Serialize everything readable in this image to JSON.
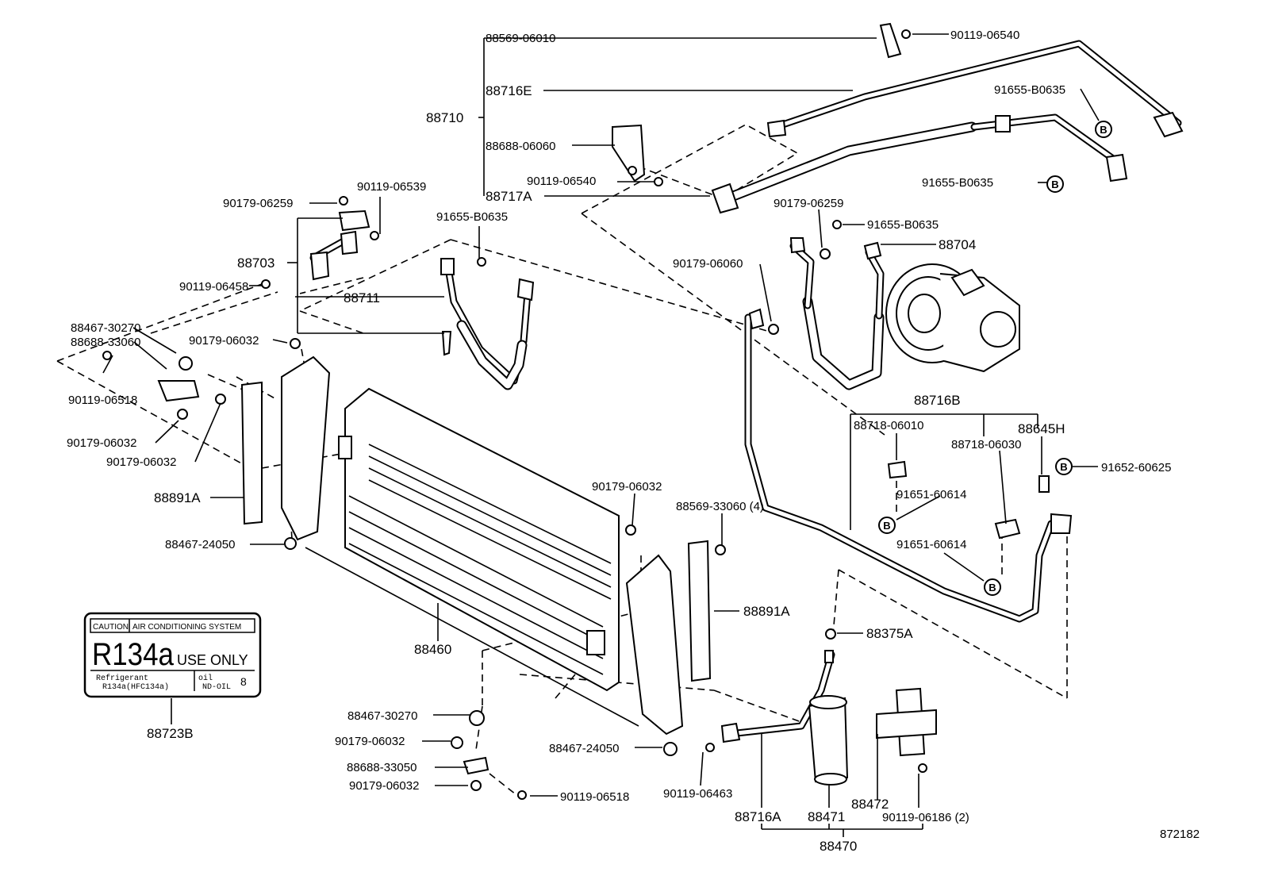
{
  "parts": {
    "p88569_06010": "88569-06010",
    "p90119_06540_top": "90119-06540",
    "p88716E": "88716E",
    "p88710": "88710",
    "p91655_B0635_a": "91655-B0635",
    "p88688_06060": "88688-06060",
    "p90119_06540_mid": "90119-06540",
    "p91655_B0635_b": "91655-B0635",
    "p88717A": "88717A",
    "p90179_06259_r": "90179-06259",
    "p91655_B0635_c": "91655-B0635",
    "p88704": "88704",
    "p90179_06259_l": "90179-06259",
    "p90119_06539": "90119-06539",
    "p91655_B0635_d": "91655-B0635",
    "p88703": "88703",
    "p90179_06060": "90179-06060",
    "p90119_06458": "90119-06458",
    "p88711": "88711",
    "p88467_30270_top": "88467-30270",
    "p88688_33060": "88688-33060",
    "p90179_06032_a": "90179-06032",
    "p90119_06518_top": "90119-06518",
    "p90179_06032_b": "90179-06032",
    "p90179_06032_c": "90179-06032",
    "p88716B": "88716B",
    "p88718_06010": "88718-06010",
    "p88645H": "88645H",
    "p88718_06030": "88718-06030",
    "p91652_60625": "91652-60625",
    "p88891A_l": "88891A",
    "p90179_06032_d": "90179-06032",
    "p88569_33060": "88569-33060 (4)",
    "p91651_60614_a": "91651-60614",
    "p91651_60614_b": "91651-60614",
    "p88467_24050_l": "88467-24050",
    "p88891A_r": "88891A",
    "p88375A": "88375A",
    "p88460": "88460",
    "p88467_30270_bot": "88467-30270",
    "p90179_06032_e": "90179-06032",
    "p88467_24050_r": "88467-24050",
    "p88688_33050": "88688-33050",
    "p90179_06032_f": "90179-06032",
    "p90119_06518_bot": "90119-06518",
    "p90119_06463": "90119-06463",
    "p88472": "88472",
    "p90119_06186": "90119-06186 (2)",
    "p88716A": "88716A",
    "p88471": "88471",
    "p88470": "88470",
    "p88723B": "88723B"
  },
  "placard": {
    "caution": "CAUTION",
    "system": "AIR CONDITIONING SYSTEM",
    "refrigerant_big": "R134a",
    "use_only": "USE ONLY",
    "refrigerant_label": "Refrigerant",
    "refrigerant_value": "R134a(HFC134a)",
    "oil_label": "oil",
    "oil_value": "ND-OIL",
    "oil_number": "8"
  },
  "bmark_letter": "B",
  "figure_number": "872182"
}
